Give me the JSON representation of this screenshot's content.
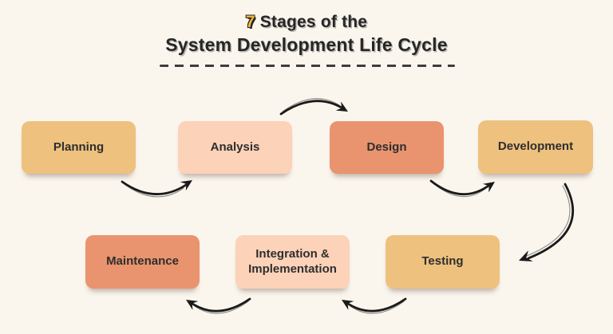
{
  "title": {
    "highlight": "7",
    "line1_rest": " Stages of the",
    "line2": "System Development Life Cycle"
  },
  "colors": {
    "sand": "#eec17e",
    "peach": "#fcd2b8",
    "salmon": "#e9946e",
    "background": "#faf6ee",
    "arrow": "#1a1a1a",
    "title_text": "#262626",
    "highlight_yellow": "#f4b43c"
  },
  "stages": [
    {
      "id": "planning",
      "label": "Planning",
      "color": "sand"
    },
    {
      "id": "analysis",
      "label": "Analysis",
      "color": "peach"
    },
    {
      "id": "design",
      "label": "Design",
      "color": "salmon"
    },
    {
      "id": "development",
      "label": "Development",
      "color": "sand"
    },
    {
      "id": "testing",
      "label": "Testing",
      "color": "sand"
    },
    {
      "id": "integration",
      "label": "Integration & Implementation",
      "color": "peach"
    },
    {
      "id": "maintenance",
      "label": "Maintenance",
      "color": "salmon"
    }
  ],
  "arrows": [
    {
      "name": "arrow-planning-to-analysis",
      "from": "Planning",
      "to": "Analysis"
    },
    {
      "name": "arrow-analysis-to-design",
      "from": "Analysis",
      "to": "Design"
    },
    {
      "name": "arrow-design-to-development",
      "from": "Design",
      "to": "Development"
    },
    {
      "name": "arrow-development-to-testing",
      "from": "Development",
      "to": "Testing"
    },
    {
      "name": "arrow-testing-to-integration",
      "from": "Testing",
      "to": "Integration & Implementation"
    },
    {
      "name": "arrow-integration-to-maintenance",
      "from": "Integration & Implementation",
      "to": "Maintenance"
    }
  ]
}
